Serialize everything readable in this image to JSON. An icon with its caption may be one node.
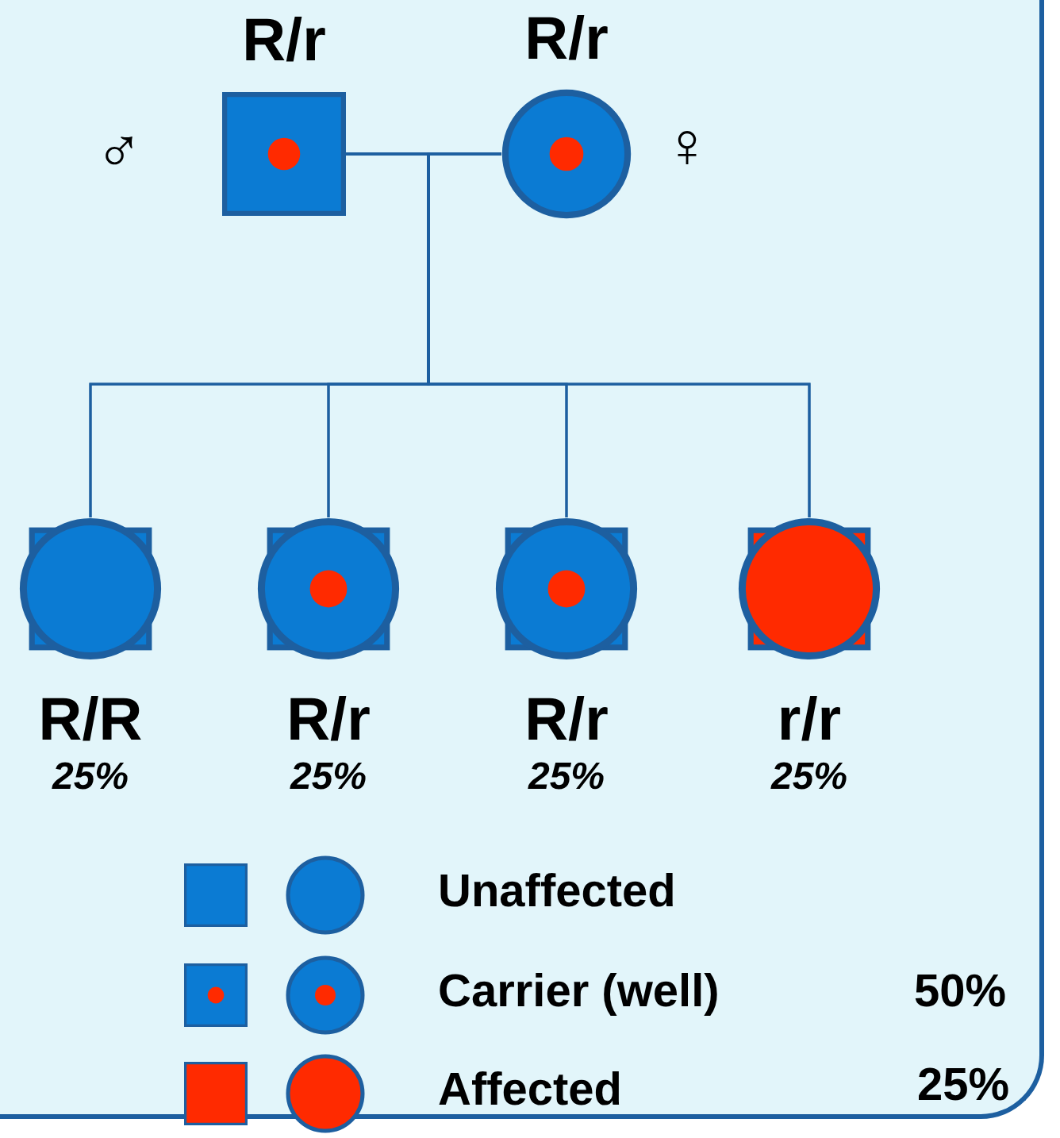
{
  "diagram": {
    "nodes": [
      {
        "text": [
          "R/r"
        ],
        "beside": [
          "♂"
        ]
      },
      {
        "text": [
          "R/r"
        ],
        "beside": [
          "♀"
        ]
      },
      {
        "text": [
          "R/R",
          "25%"
        ]
      },
      {
        "text": [
          "R/r",
          "25%"
        ]
      },
      {
        "text": [
          "R/r",
          "25%"
        ]
      },
      {
        "text": [
          "r/r",
          "25%"
        ]
      }
    ],
    "edges": [
      {
        "from": 0,
        "to": 1,
        "arrow": "none"
      },
      {
        "from": 0,
        "to": 2,
        "arrow": "none"
      },
      {
        "from": 1,
        "to": 2,
        "arrow": "none"
      },
      {
        "from": 0,
        "to": 3,
        "arrow": "none"
      },
      {
        "from": 1,
        "to": 3,
        "arrow": "none"
      },
      {
        "from": 0,
        "to": 4,
        "arrow": "none"
      },
      {
        "from": 1,
        "to": 4,
        "arrow": "none"
      },
      {
        "from": 0,
        "to": 5,
        "arrow": "none"
      },
      {
        "from": 1,
        "to": 5,
        "arrow": "none"
      }
    ],
    "labels": [
      "50%",
      "25%"
    ],
    "legend": [
      {
        "text": "Unaffected"
      },
      {
        "text": "Carrier (well)"
      },
      {
        "text": "Affected"
      }
    ]
  }
}
